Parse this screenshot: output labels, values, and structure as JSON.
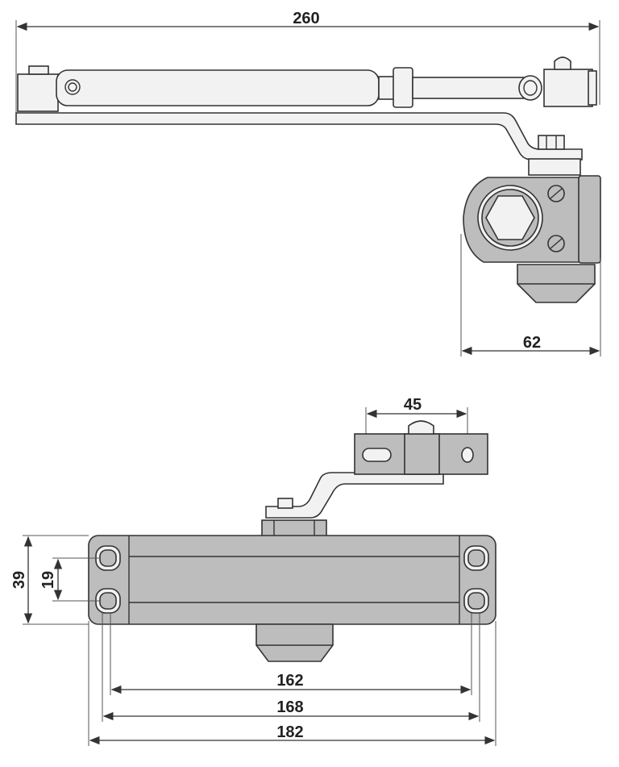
{
  "title": "Door closer dimensional drawing",
  "top_view": {
    "overall_arm_length": "260",
    "housing_depth": "62"
  },
  "front_view": {
    "bracket_hole_spacing": "45",
    "body_height": "39",
    "mounting_hole_vertical_spacing": "19",
    "inner_hole_spacing": "162",
    "outer_hole_spacing": "168",
    "body_length": "182"
  },
  "colors": {
    "body": "#bdbdbd",
    "line": "#333333"
  }
}
